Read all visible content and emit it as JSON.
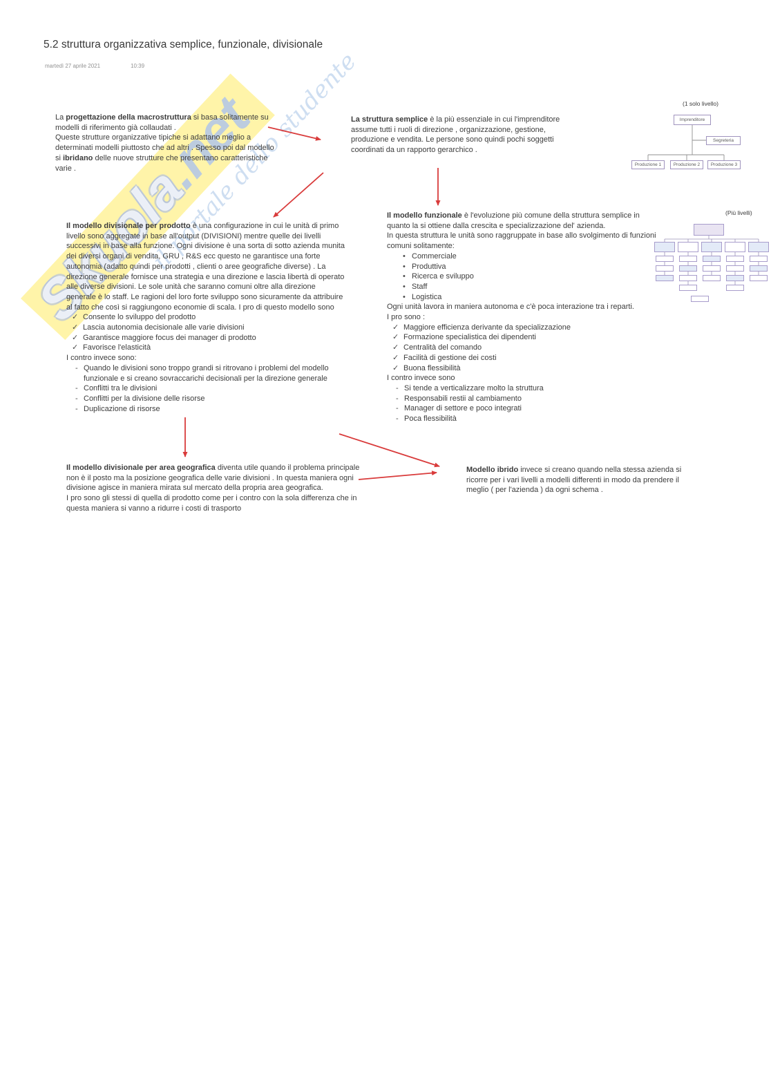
{
  "page": {
    "title": "5.2 struttura organizzativa semplice, funzionale, divisionale",
    "date": "martedì 27 aprile 2021",
    "time": "10:39"
  },
  "watermark": {
    "brand": "Skuola",
    "brand_suffix": ".net",
    "tagline": "il portale dello studente"
  },
  "charts": {
    "simple": {
      "caption": "(1 solo livello)",
      "root": "Imprenditore",
      "staff": "Segreteria",
      "children": [
        "Produzione 1",
        "Produzione 2",
        "Produzione 3"
      ]
    },
    "multi": {
      "caption": "(Più livelli)"
    }
  },
  "blocks": {
    "progettazione": {
      "lead": "La ",
      "lead_bold": "progettazione della macrostruttura",
      "p1": " si basa solitamente su modelli di riferimento già collaudati .",
      "p2a": "Queste strutture organizzative tipiche si adattano meglio a determinati modelli piuttosto che ad altri . Spesso poi dal modello si ",
      "p2_bold": "ibridano",
      "p2b": " delle nuove strutture che presentano caratteristiche varie ."
    },
    "semplice": {
      "bold": "La struttura semplice",
      "text": " è la più essenziale in cui l'imprenditore assume tutti i ruoli di direzione , organizzazione, gestione, produzione e vendita. Le persone sono quindi pochi soggetti coordinati da un rapporto gerarchico ."
    },
    "funzionale": {
      "bold": "Il modello funzionale",
      "intro": " è l'evoluzione più comune della struttura semplice in quanto la si ottiene dalla crescita e specializzazione del' azienda.",
      "line2": "In questa struttura le unità sono raggruppate in base allo svolgimento di funzioni comuni solitamente:",
      "bullets": [
        "Commerciale",
        "Produttiva",
        "Ricerca e sviluppo",
        "Staff",
        "Logistica"
      ],
      "after": "Ogni unità lavora in maniera autonoma e c'è poca interazione tra i reparti.",
      "pros_label": "I pro sono :",
      "pros": [
        "Maggiore efficienza derivante da specializzazione",
        "Formazione specialistica dei dipendenti",
        "Centralità del comando",
        "Facilità di gestione dei costi",
        "Buona flessibilità"
      ],
      "cons_label": "I contro invece sono",
      "cons": [
        "Si tende a verticalizzare molto la struttura",
        "Responsabili restii al cambiamento",
        "Manager di settore e poco integrati",
        "Poca flessibilità"
      ]
    },
    "divprodotto": {
      "bold": "Il modello divisionale per prodotto",
      "text": " è una configurazione in cui le unità di primo livello sono aggregate in base all'output (DIVISIONI) mentre quelle dei livelli successivi in base alla funzione. Ogni divisione è una sorta di sotto azienda munita dei diversi organi di vendita, GRU , R&S ecc questo ne garantisce una forte autonomia (adatto quindi per prodotti , clienti o aree geografiche diverse) . La direzione generale fornisce una strategia e una direzione e lascia libertà di operato alle diverse divisioni. Le sole unità che saranno comuni oltre alla direzione generale è lo staff. Le ragioni del loro forte sviluppo sono sicuramente da attribuire al fatto che così si raggiungono economie di scala. I pro di questo modello sono",
      "pros": [
        "Consente lo sviluppo del prodotto",
        "Lascia autonomia decisionale alle varie divisioni",
        "Garantisce maggiore focus dei manager di prodotto",
        "Favorisce l'elasticità"
      ],
      "cons_label": "I contro invece sono:",
      "cons": [
        "Quando le divisioni sono troppo grandi si ritrovano i problemi del modello funzionale e si creano sovraccarichi decisionali per la direzione generale",
        "Conflitti tra le divisioni",
        "Conflitti per la divisione delle risorse",
        "Duplicazione di risorse"
      ]
    },
    "geografica": {
      "bold": "Il modello divisionale per area geografica",
      "text": " diventa utile quando il problema principale non è il posto ma la posizione geografica delle varie divisioni . In questa maniera ogni divisione agisce in maniera mirata sul mercato della propria area geografica.",
      "text2": "I pro sono gli stessi di quella di prodotto come per i contro con la sola differenza che in questa maniera si vanno a ridurre i costi di trasporto"
    },
    "ibrido": {
      "bold": "Modello ibrido",
      "text": " invece si creano quando nella stessa azienda si ricorre per i vari livelli a modelli differenti in modo da prendere il meglio ( per l'azienda ) da ogni schema ."
    }
  }
}
